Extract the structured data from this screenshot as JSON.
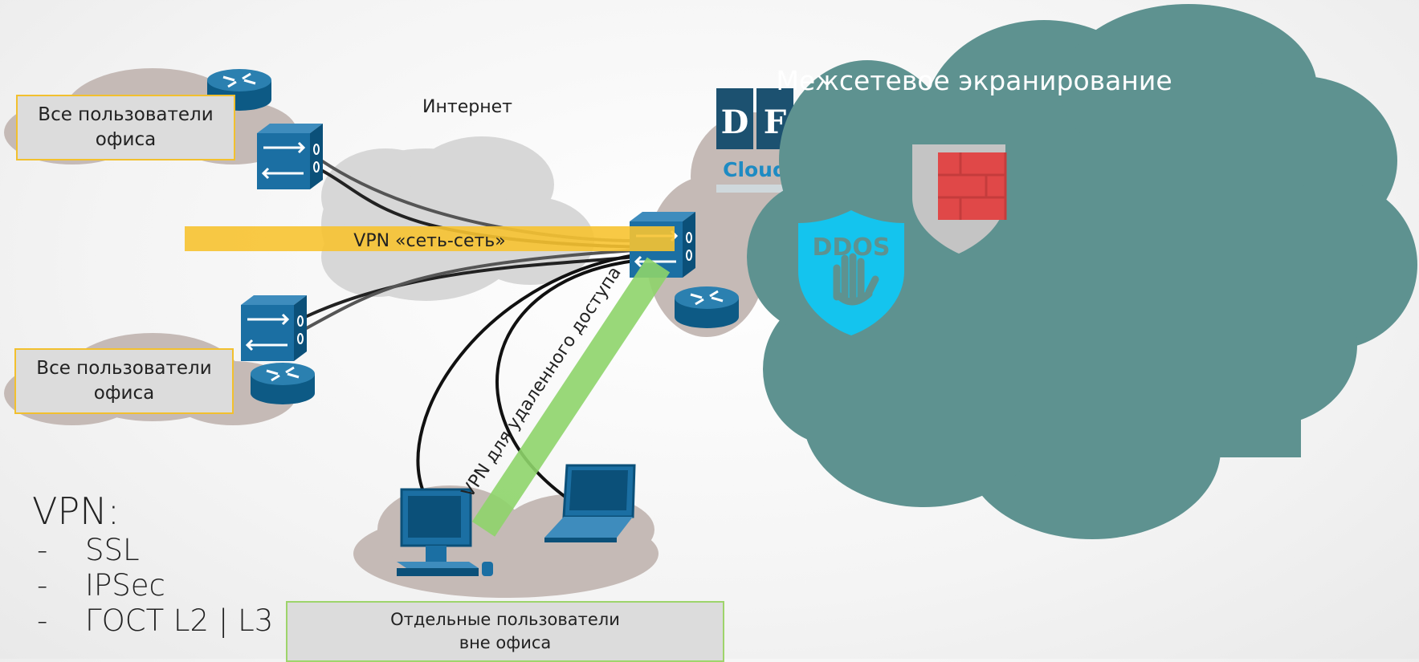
{
  "internet_label": "Интернет",
  "site_vpn_label": "VPN «сеть-сеть»",
  "remote_vpn_label": "VPN для удаленного доступа",
  "office_top_label": "Все пользователи офиса",
  "office_bottom_label": "Все пользователи офиса",
  "remote_users_label": "Отдельные пользователи вне офиса",
  "firewall_label": "Межсетевое экранирование",
  "ddos_label": "DDOS",
  "logo": {
    "letters": [
      "D",
      "F"
    ],
    "word": "Cloud"
  },
  "vpn_types": {
    "heading": "VPN:",
    "items": [
      "SSL",
      "IPSec",
      "ГОСТ L2 | L3"
    ]
  },
  "colors": {
    "cloud_teal": "#5e9290",
    "cloud_grey": "#d7d7d7",
    "cloud_taupe": "#c5bab6",
    "device_blue": "#1a6a96",
    "site_vpn_band": "#f7c331",
    "remote_vpn_band": "#8ed46a",
    "ddos_shield": "#14c4ee",
    "firewall_brick": "#e04848"
  }
}
